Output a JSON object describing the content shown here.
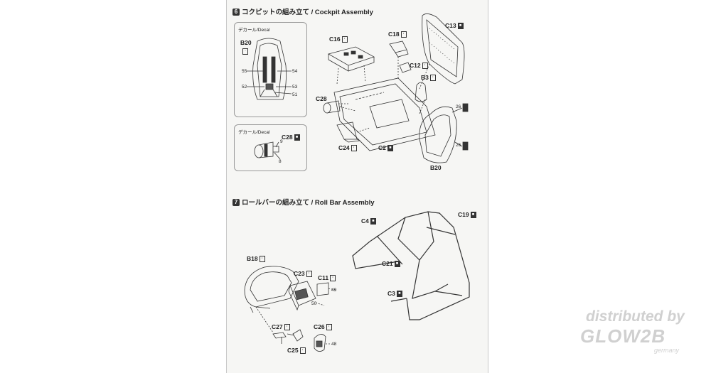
{
  "step6": {
    "number": "6",
    "title": "コクピットの組み立て / Cockpit Assembly"
  },
  "decal_box1": {
    "label": "デカール/Decal",
    "part": "B20",
    "numbers": [
      "55",
      "54",
      "52",
      "53",
      "51"
    ]
  },
  "decal_box2": {
    "label": "デカール/Decal",
    "part": "C28",
    "numbers": [
      "9",
      "8"
    ]
  },
  "cockpit_parts": {
    "C16": "C16",
    "C18": "C18",
    "C13": "C13",
    "C12": "C12",
    "B3": "B3",
    "C28": "C28",
    "C24": "C24",
    "C2": "C2",
    "B20": "B20",
    "belt_num_1": "26",
    "belt_num_2": "26"
  },
  "step7": {
    "number": "7",
    "title": "ロールバーの組み立て / Roll Bar Assembly"
  },
  "rollbar_parts": {
    "C4": "C4",
    "C19": "C19",
    "C21": "C21",
    "C3": "C3",
    "B18": "B18",
    "C23": "C23",
    "C11": "C11",
    "C27": "C27",
    "C26": "C26",
    "C25": "C25",
    "n49": "49",
    "n50": "50",
    "n48": "48"
  },
  "watermark": {
    "line1": "distributed by",
    "line2": "GLOW2B",
    "line3": "germany"
  }
}
